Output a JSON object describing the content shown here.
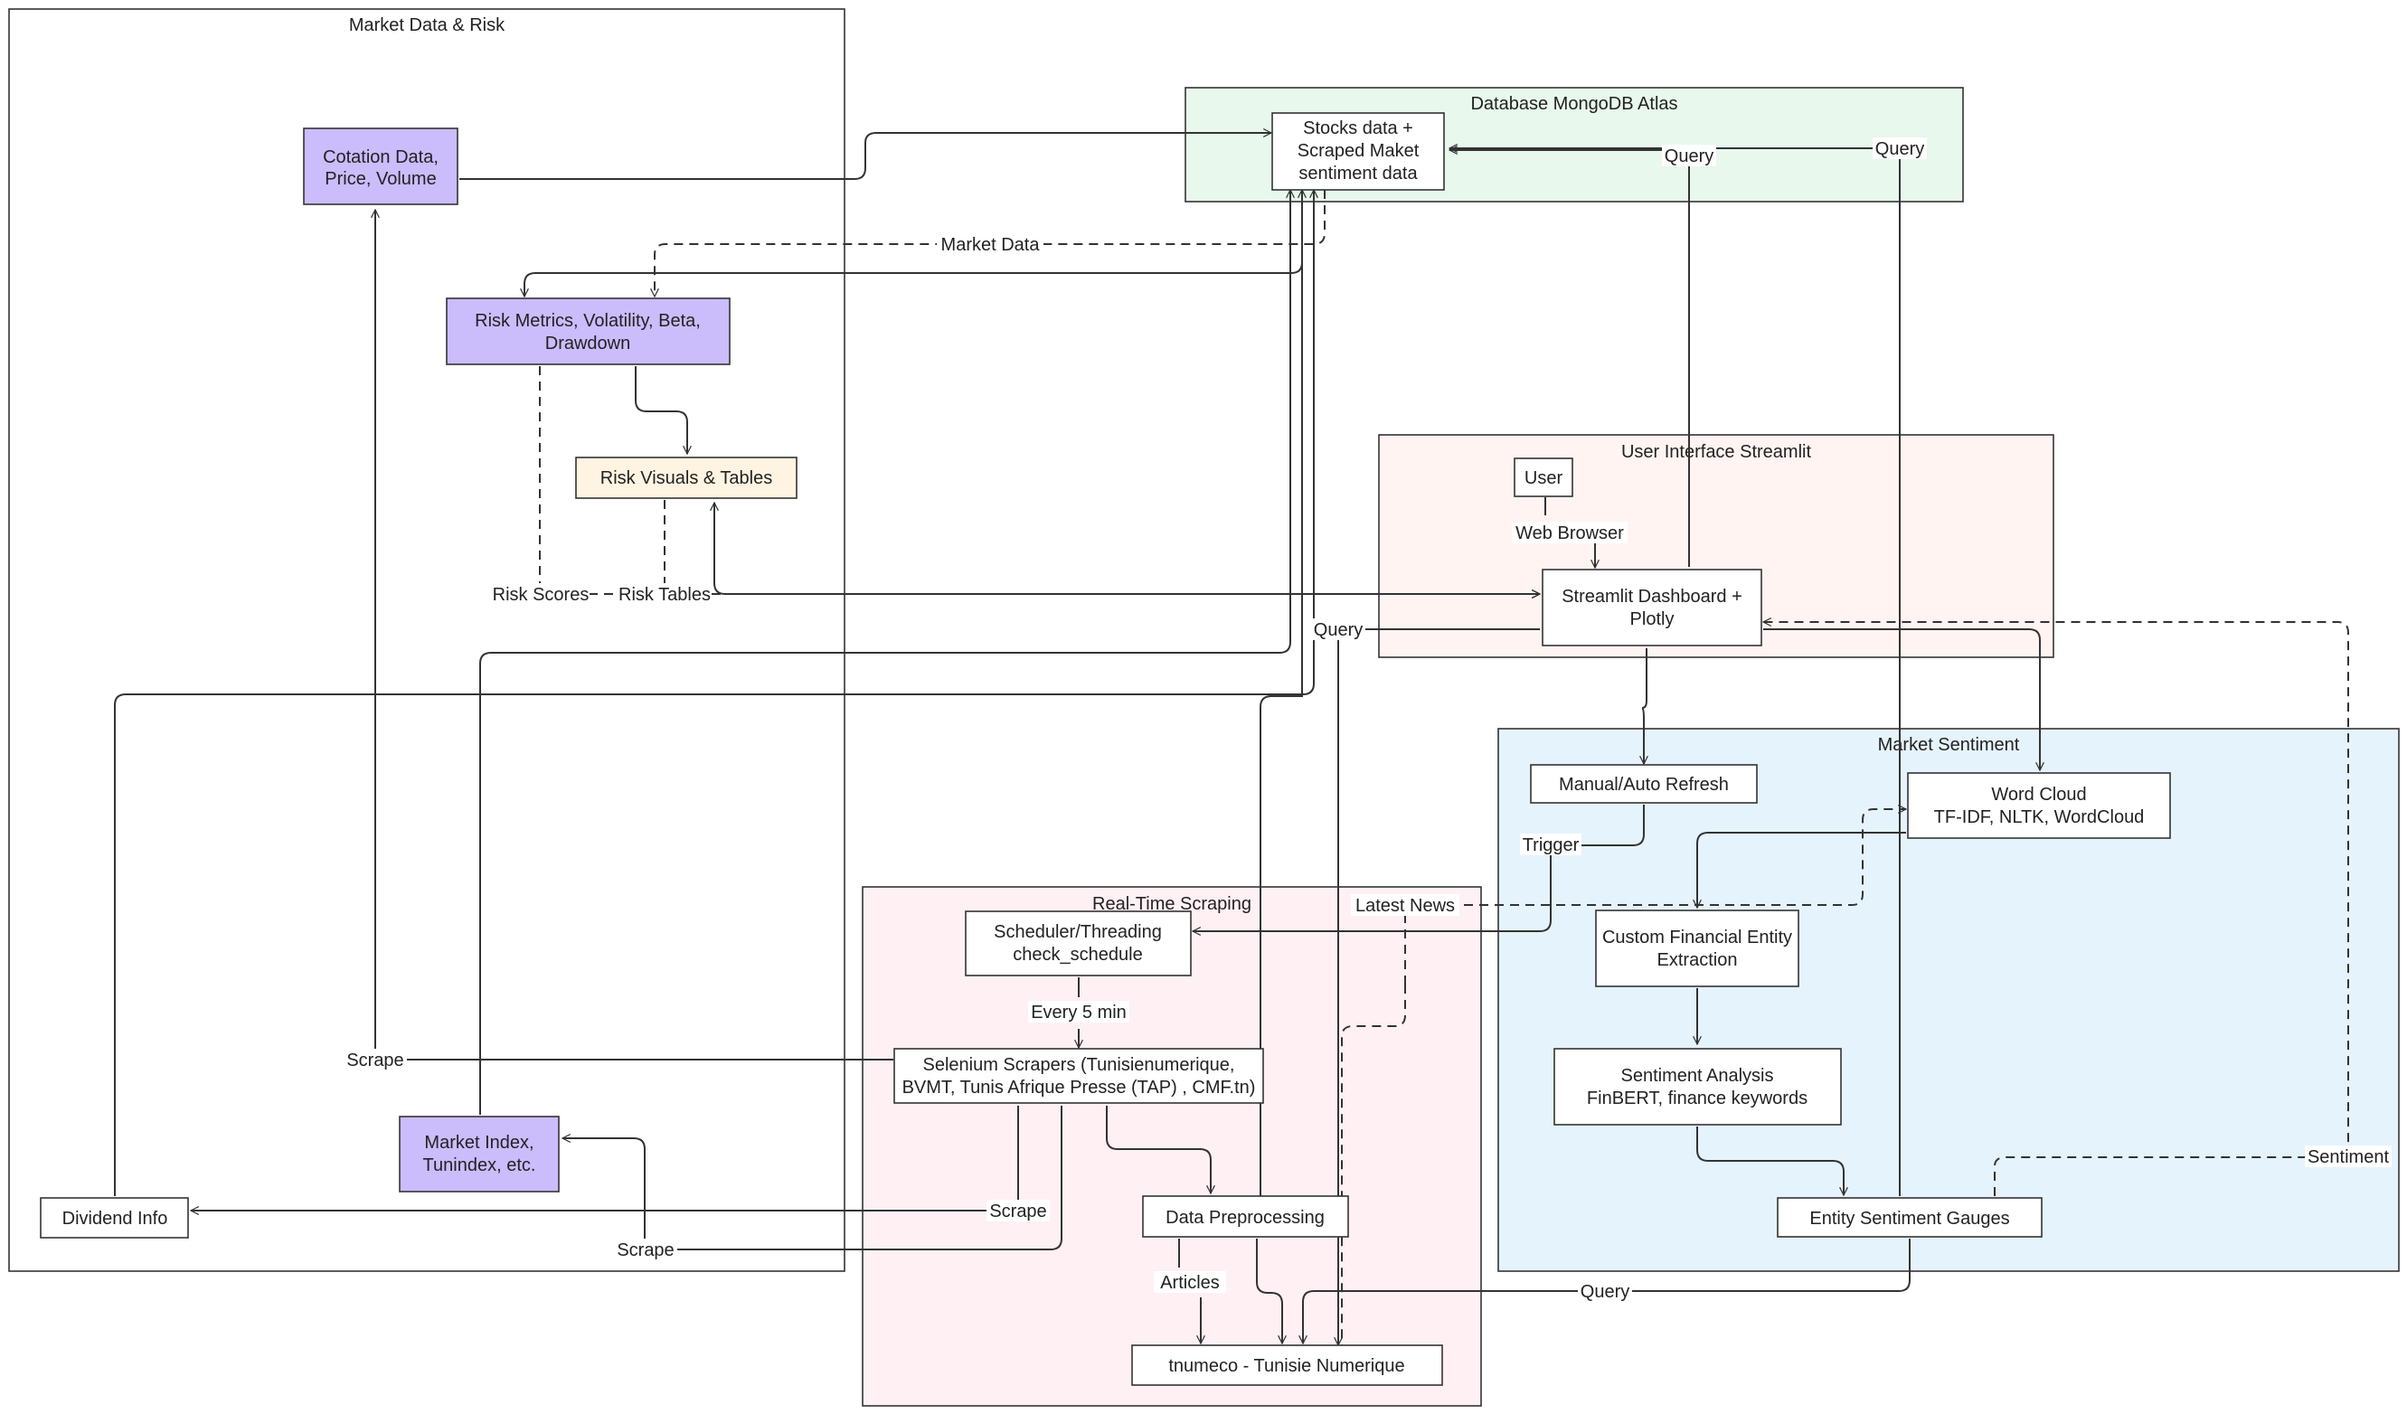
{
  "colors": {
    "market_data_risk_fill": "#ffffff",
    "database_fill": "#e8f8ec",
    "ui_fill": "#fff4f2",
    "sentiment_fill": "#e5f3fc",
    "scraping_fill": "#fff0f4",
    "purple_node": "#cbbcfc",
    "cream_node": "#fff4e2",
    "white_node": "#ffffff",
    "stroke": "#333333"
  },
  "clusters": {
    "market_data_risk": "Market Data & Risk",
    "database": "Database MongoDB Atlas",
    "ui": "User Interface Streamlit",
    "sentiment": "Market Sentiment",
    "scraping": "Real-Time Scraping"
  },
  "nodes": {
    "cotation": [
      "Cotation Data,",
      "Price, Volume"
    ],
    "risk_metrics": [
      "Risk Metrics, Volatility, Beta,",
      "Drawdown"
    ],
    "risk_visuals": [
      "Risk Visuals & Tables"
    ],
    "market_index": [
      "Market Index,",
      "Tunindex, etc."
    ],
    "dividend": [
      "Dividend Info"
    ],
    "stocks_db": [
      "Stocks data +",
      "Scraped Maket",
      "sentiment data"
    ],
    "user": [
      "User"
    ],
    "dashboard": [
      "Streamlit Dashboard +",
      "Plotly"
    ],
    "refresh": [
      "Manual/Auto Refresh"
    ],
    "wordcloud": [
      "Word Cloud",
      "TF-IDF, NLTK, WordCloud"
    ],
    "entity_extraction": [
      "Custom Financial Entity",
      "Extraction"
    ],
    "sentiment_analysis": [
      "Sentiment Analysis",
      "FinBERT, finance keywords"
    ],
    "gauges": [
      "Entity Sentiment Gauges"
    ],
    "scheduler": [
      "Scheduler/Threading",
      "check_schedule"
    ],
    "scrapers": [
      "Selenium Scrapers (Tunisienumerique,",
      "BVMT, Tunis Afrique Presse (TAP) , CMF.tn)"
    ],
    "preprocessing": [
      "Data Preprocessing"
    ],
    "tnumeco": [
      "tnumeco - Tunisie Numerique"
    ]
  },
  "edge_labels": {
    "market_data": "Market Data",
    "query_1": "Query",
    "query_2": "Query",
    "query_3": "Query",
    "query_4": "Query",
    "web_browser": "Web Browser",
    "risk_scores": "Risk Scores",
    "risk_tables": "Risk Tables",
    "trigger": "Trigger",
    "latest_news": "Latest News",
    "every_5_min": "Every 5 min",
    "scrape_1": "Scrape",
    "scrape_2": "Scrape",
    "scrape_3": "Scrape",
    "articles": "Articles",
    "sentiment": "Sentiment"
  }
}
